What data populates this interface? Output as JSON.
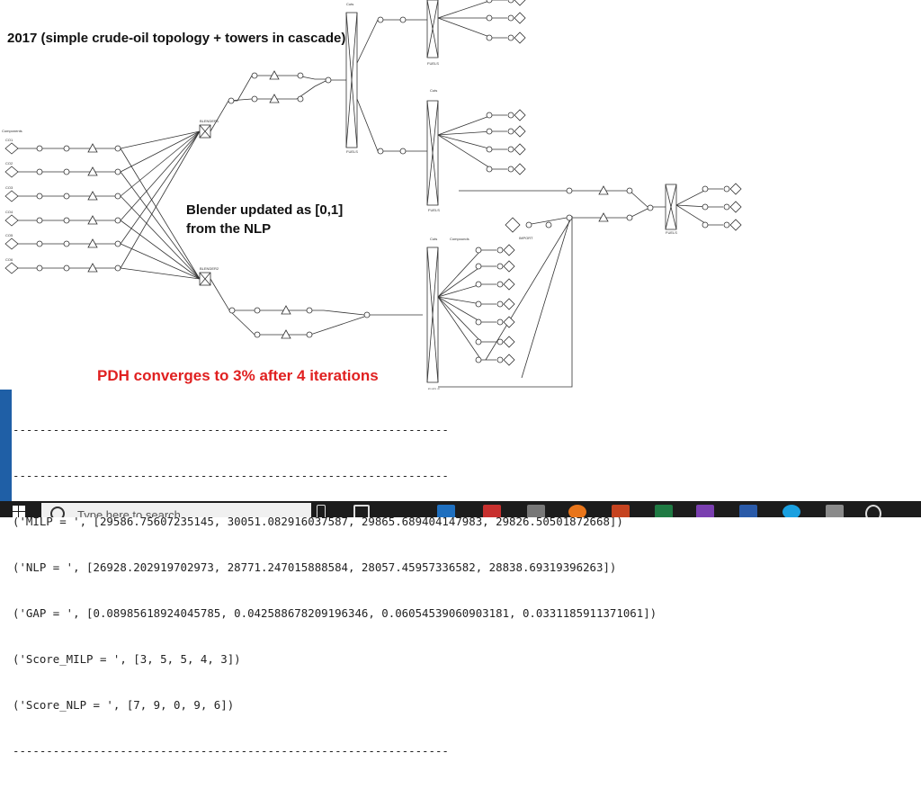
{
  "annotations": {
    "title": "2017 (simple crude-oil topology + towers in cascade)",
    "blender_line1": "Blender updated as [0,1]",
    "blender_line2": "from the NLP",
    "pdh": "PDH converges to 3% after 4 iterations"
  },
  "diagram": {
    "components_label": "Components",
    "cuts_label": "Cuts",
    "compounds_label": "Compounds",
    "fuels_label": "FUELS",
    "blender1_label": "BLENDER1",
    "blender2_label": "BLENDER2",
    "import_label": "IMPORT",
    "component_ids": [
      "CO1",
      "CO2",
      "CO3",
      "CO4",
      "CO5",
      "CO6"
    ]
  },
  "console": {
    "lines": [
      "-----------------------------------------------------------------",
      "-----------------------------------------------------------------",
      "('MILP = ', [29586.75607235145, 30051.082916037587, 29865.689404147983, 29826.50501872668])",
      "('NLP = ', [26928.202919702973, 28771.247015888584, 28057.45957336582, 28838.69319396263])",
      "('GAP = ', [0.08985618924045785, 0.042588678209196346, 0.06054539060903181, 0.0331185911371061])",
      "('Score_MILP = ', [3, 5, 5, 4, 3])",
      "('Score_NLP = ', [7, 9, 0, 9, 6])",
      "-----------------------------------------------------------------"
    ]
  },
  "taskbar": {
    "search_placeholder": "Type here to search"
  }
}
